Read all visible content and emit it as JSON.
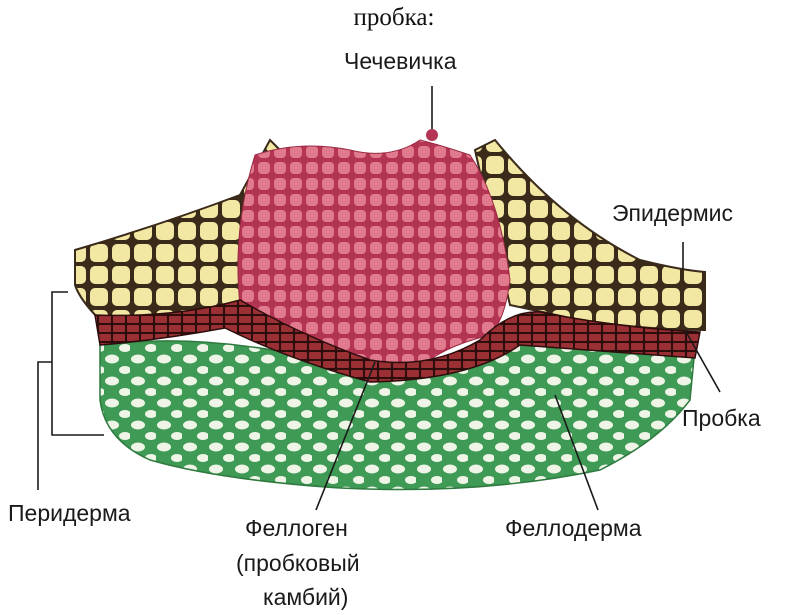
{
  "heading": "пробка:",
  "labels": {
    "lenticel": "Чечевичка",
    "epidermis": "Эпидермис",
    "cork": "Пробка",
    "periderm": "Перидерма",
    "phellogen_line1": "Феллоген",
    "phellogen_line2": "(пробковый",
    "phellogen_line3": "камбий)",
    "phelloderm": "Феллодерма"
  },
  "colors": {
    "epidermis": "#f0e6a0",
    "cork": "#8c2a2c",
    "lenticel": "#c9455e",
    "phelloderm": "#3f9a55",
    "cell_wall": "#3a2a1a"
  }
}
